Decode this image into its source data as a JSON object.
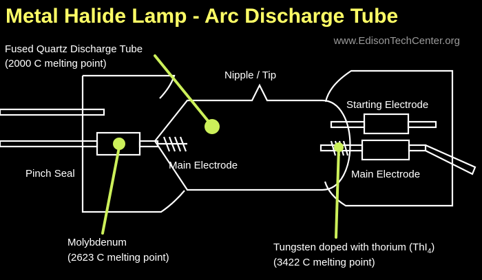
{
  "title": "Metal Halide Lamp - Arc Discharge Tube",
  "website": "www.EdisonTechCenter.org",
  "labels": {
    "fused_quartz_line1": "Fused Quartz Discharge Tube",
    "fused_quartz_line2": "(2000 C melting point)",
    "nipple_tip": "Nipple / Tip",
    "starting_electrode": "Starting Electrode",
    "pinch_seal": "Pinch Seal",
    "main_electrode_left": "Main Electrode",
    "main_electrode_right": "Main Electrode",
    "molybdenum_line1": "Molybdenum",
    "molybdenum_line2": "(2623 C melting point)",
    "tungsten_line1_main": "Tungsten doped with thorium (ThI",
    "tungsten_line1_sub": "4",
    "tungsten_line1_close": ")",
    "tungsten_line2": "(3422 C melting point)"
  },
  "colors": {
    "background": "#000000",
    "title": "#ffff66",
    "pointer": "#ccf05a",
    "line": "#ffffff",
    "website": "#9a9a9a"
  }
}
